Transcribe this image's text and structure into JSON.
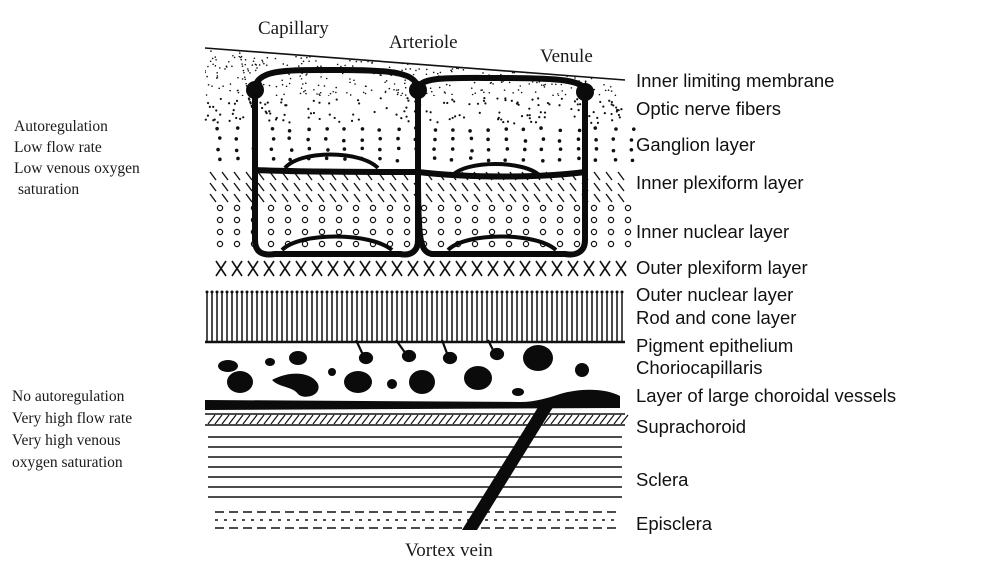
{
  "vessels": {
    "capillary": "Capillary",
    "arteriole": "Arteriole",
    "venule": "Venule",
    "vortex_vein": "Vortex vein"
  },
  "retinal_circulation_notes": [
    "Autoregulation",
    "Low flow rate",
    "Low venous oxygen",
    "saturation"
  ],
  "choroidal_circulation_notes": [
    "No autoregulation",
    "Very high flow rate",
    "Very high venous",
    "oxygen saturation"
  ],
  "layers": [
    "Inner limiting membrane",
    "Optic nerve fibers",
    "Ganglion layer",
    "Inner plexiform layer",
    "Inner nuclear layer",
    "Outer plexiform layer",
    "Outer nuclear layer",
    "Rod and cone layer",
    "Pigment epithelium",
    "Choriocapillaris",
    "Layer of large choroidal vessels",
    "Suprachoroid",
    "Sclera",
    "Episclera"
  ],
  "colors": {
    "ink": "#111111",
    "background": "#ffffff"
  }
}
